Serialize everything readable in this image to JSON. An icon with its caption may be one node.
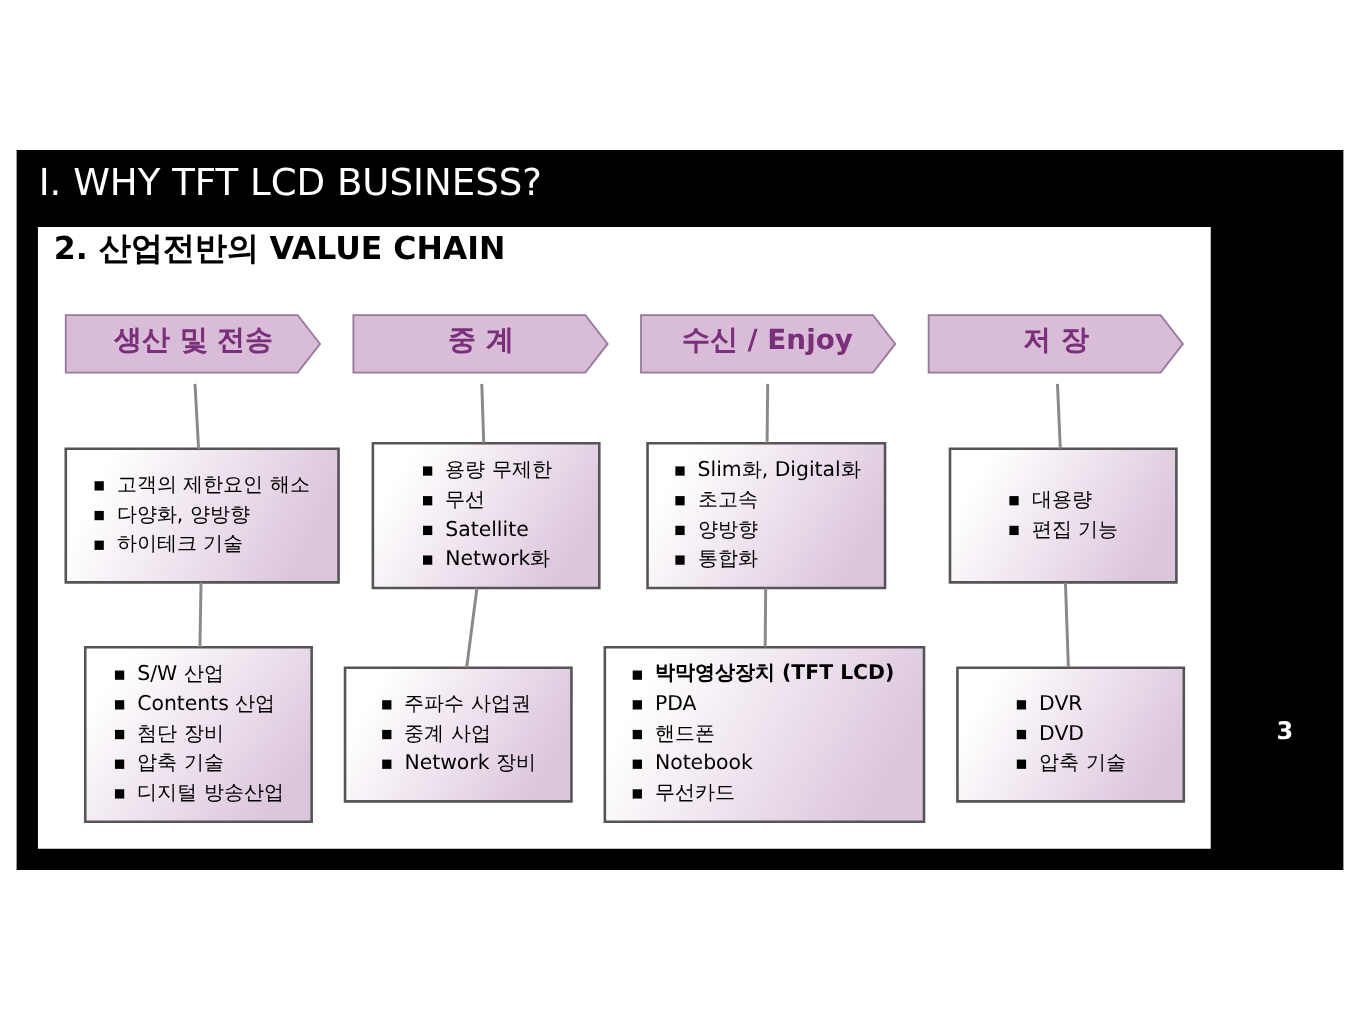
{
  "diagram": {
    "title": "Ⅰ. WHY TFT LCD BUSINESS?",
    "nodes": [
      {
        "text": [
          "2. 산업전반의 VALUE CHAIN"
        ]
      },
      {
        "text": [
          "생산 및 전송"
        ],
        "in": 0
      },
      {
        "text": [
          "중 계"
        ],
        "in": 0
      },
      {
        "text": [
          "수신 / Enjoy"
        ],
        "in": 0
      },
      {
        "text": [
          "저 장"
        ],
        "in": 0
      },
      {
        "text": [
          "고객의 제한요인 해소",
          "다양화, 양방향",
          "하이테크 기술"
        ],
        "in": 0
      },
      {
        "text": [
          "용량 무제한",
          "무선",
          "Satellite",
          "Network화"
        ],
        "in": 0
      },
      {
        "text": [
          "Slim화, Digital화",
          "초고속",
          "양방향",
          "통합화"
        ],
        "in": 0
      },
      {
        "text": [
          "대용량",
          "편집 기능"
        ],
        "in": 0
      },
      {
        "text": [
          "S/W 산업",
          "Contents 산업",
          "첨단 장비",
          "압축 기술",
          "디지털 방송산업"
        ],
        "in": 0
      },
      {
        "text": [
          "주파수 사업권",
          "중계 사업",
          "Network 장비"
        ],
        "in": 0
      },
      {
        "text": [
          "박막영상장치 (TFT LCD)",
          "PDA",
          "핸드폰",
          "Notebook",
          "무선카드"
        ],
        "in": 0
      },
      {
        "text": [
          "DVR",
          "DVD",
          "압축 기술"
        ],
        "in": 0
      }
    ],
    "edges": [
      {
        "from": 1,
        "to": 5,
        "arrow": "none"
      },
      {
        "from": 5,
        "to": 9,
        "arrow": "none"
      },
      {
        "from": 2,
        "to": 6,
        "arrow": "none"
      },
      {
        "from": 6,
        "to": 10,
        "arrow": "none"
      },
      {
        "from": 3,
        "to": 7,
        "arrow": "none"
      },
      {
        "from": 7,
        "to": 11,
        "arrow": "none"
      },
      {
        "from": 4,
        "to": 8,
        "arrow": "none"
      },
      {
        "from": 8,
        "to": 12,
        "arrow": "none"
      }
    ],
    "labels": [
      "3"
    ]
  }
}
